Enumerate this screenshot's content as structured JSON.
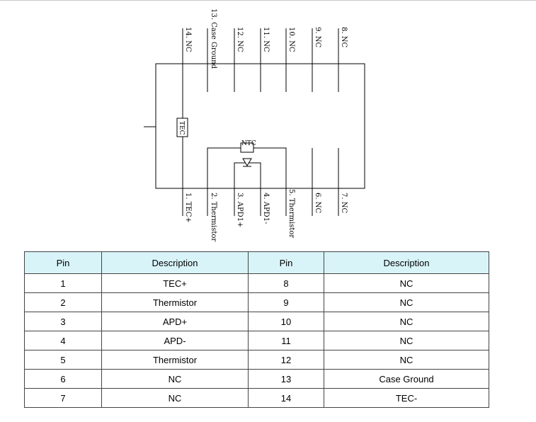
{
  "diagram": {
    "top_pins": [
      {
        "label": "14. NC"
      },
      {
        "label": "13. Case Ground"
      },
      {
        "label": "12. NC"
      },
      {
        "label": "11. NC"
      },
      {
        "label": "10. NC"
      },
      {
        "label": "9. NC"
      },
      {
        "label": "8. NC"
      }
    ],
    "bottom_pins": [
      {
        "label": "1. TEC+"
      },
      {
        "label": "2. Thermistor"
      },
      {
        "label": "3. APD1+"
      },
      {
        "label": "4. APD1-"
      },
      {
        "label": "5. Thermistor"
      },
      {
        "label": "6. NC"
      },
      {
        "label": "7. NC"
      }
    ],
    "tec_label": "TEC",
    "ntc_label": "NTC"
  },
  "table": {
    "headers": [
      "Pin",
      "Description",
      "Pin",
      "Description"
    ],
    "rows": [
      [
        "1",
        "TEC+",
        "8",
        "NC"
      ],
      [
        "2",
        "Thermistor",
        "9",
        "NC"
      ],
      [
        "3",
        "APD+",
        "10",
        "NC"
      ],
      [
        "4",
        "APD-",
        "11",
        "NC"
      ],
      [
        "5",
        "Thermistor",
        "12",
        "NC"
      ],
      [
        "6",
        "NC",
        "13",
        "Case Ground"
      ],
      [
        "7",
        "NC",
        "14",
        "TEC-"
      ]
    ]
  }
}
